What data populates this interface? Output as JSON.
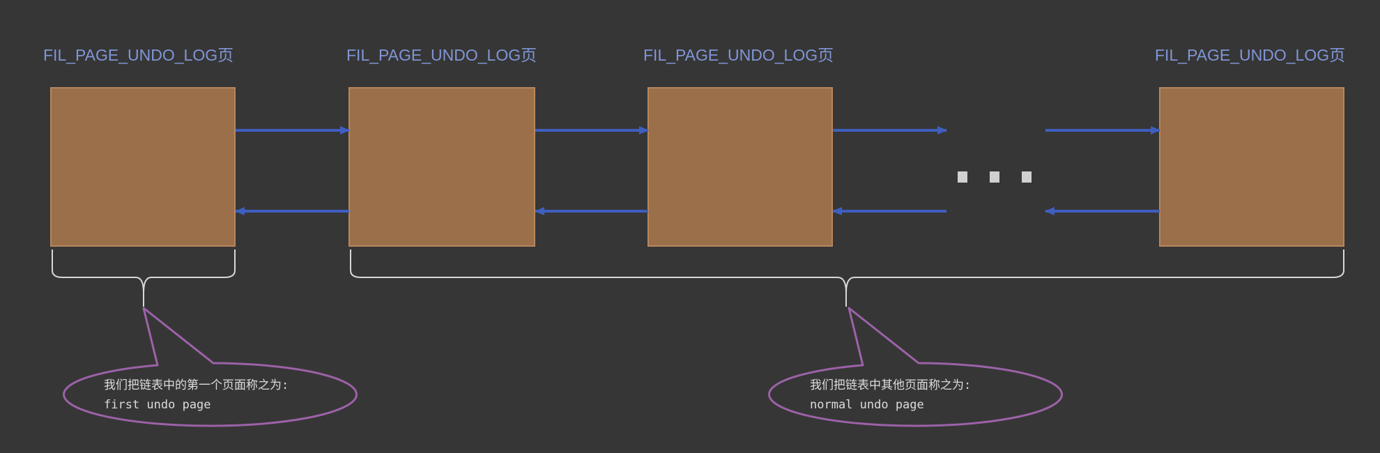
{
  "pages": [
    {
      "title": "FIL_PAGE_UNDO_LOG页"
    },
    {
      "title": "FIL_PAGE_UNDO_LOG页"
    },
    {
      "title": "FIL_PAGE_UNDO_LOG页"
    },
    {
      "title": "FIL_PAGE_UNDO_LOG页"
    }
  ],
  "callouts": [
    {
      "line1": "我们把链表中的第一个页面称之为:",
      "line2": "first undo page"
    },
    {
      "line1": "我们把链表中其他页面称之为:",
      "line2": "normal undo page"
    }
  ],
  "colors": {
    "background": "#363636",
    "page_fill": "#9a6f4a",
    "page_border": "#b8865c",
    "arrow": "#3f5fc0",
    "title": "#8096d6",
    "brace": "#d8d8d8",
    "callout_border": "#9c62a8",
    "ellipsis_dots": "#d0d0d0"
  },
  "icons": {
    "forward_arrow": "arrow-right-icon",
    "backward_arrow": "arrow-left-icon",
    "ellipsis": "ellipsis-icon"
  }
}
